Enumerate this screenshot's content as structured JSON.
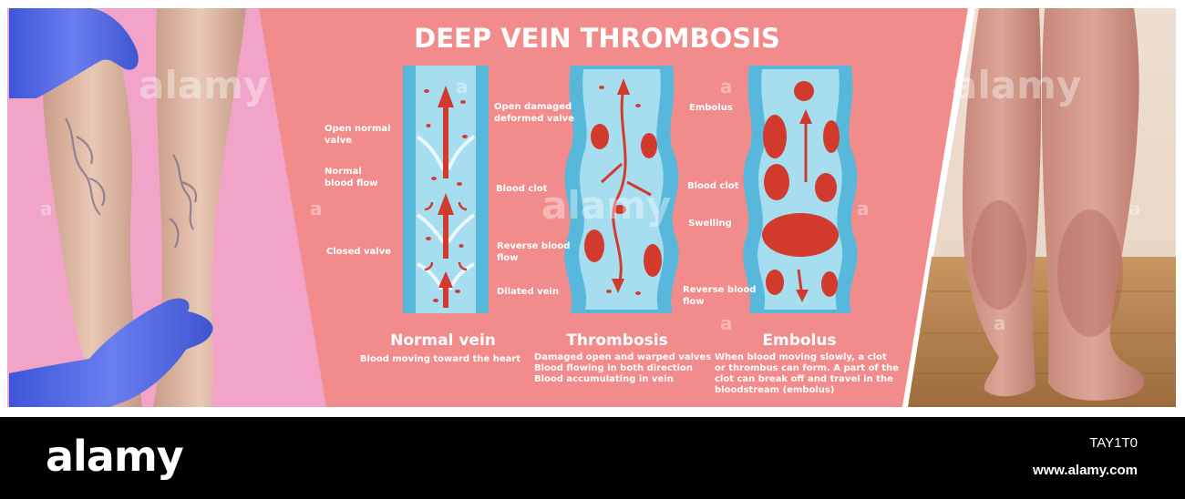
{
  "colors": {
    "panel_background": "#f28b8b",
    "left_photo_background": "#f1a4c8",
    "vein_wall": "#58b8dc",
    "vein_inner": "#a6def0",
    "blood": "#d23a2e",
    "glove": "#5a6ee8",
    "bottom_bar": "#000000"
  },
  "watermark": {
    "text": "alamy",
    "letter": "a"
  },
  "infographic": {
    "title": "DEEP VEIN THROMBOSIS",
    "normal": {
      "labels_left": [
        [
          "Open normal",
          "valve"
        ],
        [
          "Normal",
          "blood flow"
        ],
        [
          "Closed valve"
        ]
      ],
      "heading": "Normal vein",
      "caption": [
        "Blood moving toward the heart"
      ]
    },
    "thrombosis": {
      "labels_left": [
        [
          "Open damaged",
          "deformed valve"
        ],
        [
          "Blood clot"
        ],
        [
          "Reverse blood",
          "flow"
        ],
        [
          "Dilated vein"
        ]
      ],
      "heading": "Thrombosis",
      "caption": [
        "Damaged open and warped valves",
        "Blood flowing in both direction",
        "Blood accumulating in vein"
      ]
    },
    "embolus": {
      "labels_left": [
        [
          "Embolus"
        ],
        [
          "Blood clot"
        ],
        [
          "Swelling"
        ],
        [
          "Reverse blood",
          "flow"
        ]
      ],
      "heading": "Embolus",
      "caption": [
        "When blood moving slowly, a clot",
        "or thrombus can form. A part of the",
        "clot can break off and travel in the",
        "bloodstream (embolus)"
      ]
    }
  },
  "footer": {
    "logo": "alamy",
    "image_id": "TAY1T0",
    "url": "www.alamy.com"
  }
}
